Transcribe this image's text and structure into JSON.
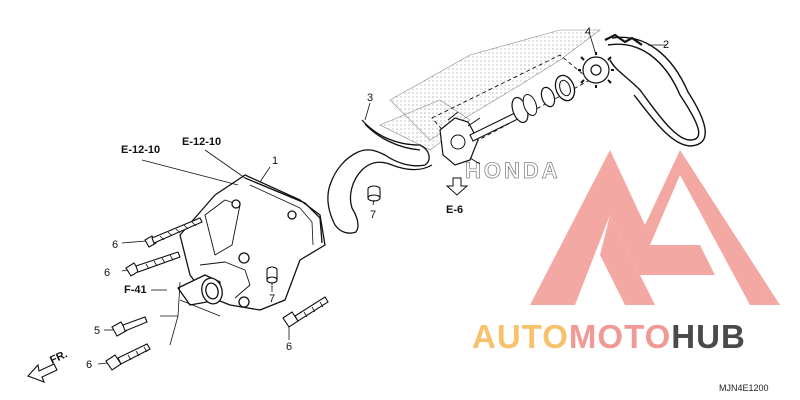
{
  "part_numbers": {
    "p1": "1",
    "p2": "2",
    "p3": "3",
    "p4": "4",
    "p5": "5",
    "p6a": "6",
    "p6b": "6",
    "p6c": "6",
    "p6d": "6",
    "p7a": "7",
    "p7b": "7"
  },
  "references": {
    "e12_10_a": "E-12-10",
    "e12_10_b": "E-12-10",
    "f41": "F-41",
    "e6": "E-6"
  },
  "direction": {
    "front_label": "FR."
  },
  "watermark": {
    "part1": "AUTO",
    "part2": "MOTO",
    "part3": "HUB",
    "color_orange": "#f6c26c",
    "color_red": "#f19a95",
    "color_dark": "#4a4a4a"
  },
  "brand_mark": "HONDA",
  "diagram_code": "MJN4E1200"
}
